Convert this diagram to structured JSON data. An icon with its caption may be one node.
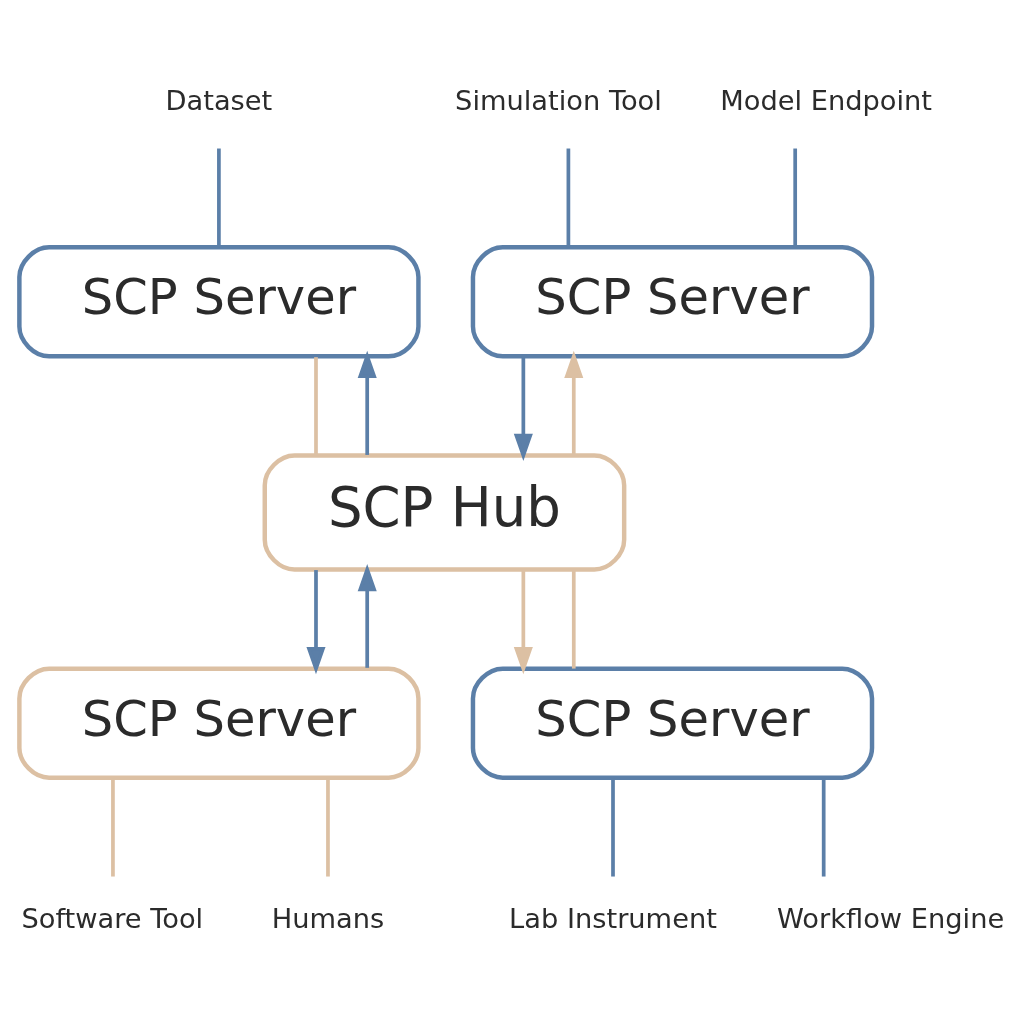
{
  "diagram": {
    "nodes": [
      {
        "text": [
          "Dataset"
        ]
      },
      {
        "text": [
          "Simulation Tool"
        ]
      },
      {
        "text": [
          "Model Endpoint"
        ]
      },
      {
        "text": [
          "SCP Server"
        ]
      },
      {
        "text": [
          "SCP Server"
        ]
      },
      {
        "text": [
          "SCP Hub"
        ]
      },
      {
        "text": [
          "SCP Server"
        ]
      },
      {
        "text": [
          "SCP Server"
        ]
      },
      {
        "text": [
          "Software Tool"
        ]
      },
      {
        "text": [
          "Humans"
        ]
      },
      {
        "text": [
          "Lab Instrument"
        ]
      },
      {
        "text": [
          "Workflow Engine"
        ]
      }
    ],
    "edges": [
      {
        "from": 0,
        "to": 3,
        "arrow": "none"
      },
      {
        "from": 1,
        "to": 4,
        "arrow": "none"
      },
      {
        "from": 2,
        "to": 4,
        "arrow": "none"
      },
      {
        "from": 5,
        "to": 3,
        "arrow": "to"
      },
      {
        "from": 3,
        "to": 5,
        "arrow": "none",
        "color": "#dcc0a3"
      },
      {
        "from": 5,
        "to": 4,
        "arrow": "to",
        "color": "#dcc0a3"
      },
      {
        "from": 4,
        "to": 5,
        "arrow": "to"
      },
      {
        "from": 6,
        "to": 5,
        "arrow": "to"
      },
      {
        "from": 5,
        "to": 6,
        "arrow": "to"
      },
      {
        "from": 5,
        "to": 7,
        "arrow": "to",
        "color": "#dcc0a3"
      },
      {
        "from": 5,
        "to": 7,
        "arrow": "none",
        "color": "#dcc0a3"
      },
      {
        "from": 6,
        "to": 8,
        "arrow": "none",
        "color": "#dcc0a3"
      },
      {
        "from": 6,
        "to": 9,
        "arrow": "none",
        "color": "#dcc0a3"
      },
      {
        "from": 7,
        "to": 10,
        "arrow": "none"
      },
      {
        "from": 7,
        "to": 11,
        "arrow": "none"
      }
    ]
  }
}
